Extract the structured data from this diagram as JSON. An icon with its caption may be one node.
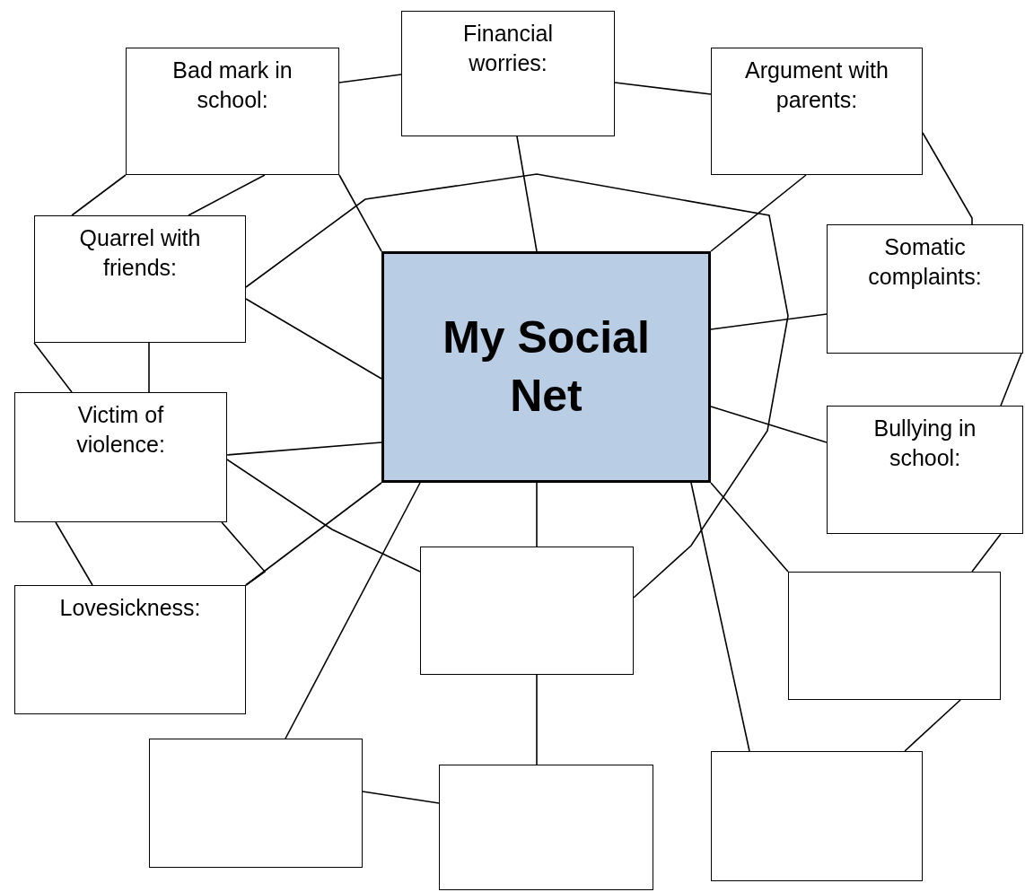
{
  "diagram": {
    "nodes": [
      {
        "text": [
          "Bad mark in school:"
        ]
      },
      {
        "text": [
          "Financial worries:"
        ]
      },
      {
        "text": [
          "Argument with parents:"
        ]
      },
      {
        "text": [
          "Quarrel with friends:"
        ]
      },
      {
        "text": [
          "My Social Net"
        ]
      },
      {
        "text": [
          "Somatic complaints:"
        ]
      },
      {
        "text": [
          "Victim of violence:"
        ]
      },
      {
        "text": [
          "Bullying in school:"
        ]
      },
      {
        "text": [
          "Lovesickness:"
        ]
      },
      {
        "text": [],
        "shape": "box"
      },
      {
        "text": [],
        "shape": "box"
      },
      {
        "text": [],
        "shape": "box"
      },
      {
        "text": [],
        "shape": "box"
      },
      {
        "text": [],
        "shape": "box"
      }
    ],
    "edges": [
      {
        "from": 0,
        "to": 1,
        "arrow": "none"
      },
      {
        "from": 1,
        "to": 2,
        "arrow": "none"
      },
      {
        "from": 0,
        "to": 3,
        "arrow": "none"
      },
      {
        "from": 0,
        "to": 3,
        "arrow": "none"
      },
      {
        "from": 0,
        "to": 4,
        "arrow": "none"
      },
      {
        "from": 1,
        "to": 4,
        "arrow": "none"
      },
      {
        "from": 2,
        "to": 4,
        "arrow": "none"
      },
      {
        "from": 2,
        "to": 5,
        "arrow": "none"
      },
      {
        "from": 3,
        "to": 4,
        "arrow": "none"
      },
      {
        "from": 3,
        "to": 6,
        "arrow": "none"
      },
      {
        "from": 3,
        "to": 6,
        "arrow": "none"
      },
      {
        "from": 6,
        "to": 4,
        "arrow": "none"
      },
      {
        "from": 4,
        "to": 5,
        "arrow": "none"
      },
      {
        "from": 4,
        "to": 7,
        "arrow": "none"
      },
      {
        "from": 5,
        "to": 7,
        "arrow": "none"
      },
      {
        "from": 6,
        "to": 8,
        "arrow": "none"
      },
      {
        "from": 6,
        "to": 8,
        "arrow": "none"
      },
      {
        "from": 4,
        "to": 8,
        "arrow": "none"
      },
      {
        "from": 7,
        "to": 10,
        "arrow": "none"
      },
      {
        "from": 4,
        "to": 9,
        "arrow": "none"
      },
      {
        "from": 4,
        "to": 11,
        "arrow": "none"
      },
      {
        "from": 4,
        "to": 13,
        "arrow": "none"
      },
      {
        "from": 4,
        "to": 10,
        "arrow": "none"
      },
      {
        "from": 9,
        "to": 12,
        "arrow": "none"
      },
      {
        "from": 11,
        "to": 12,
        "arrow": "none"
      },
      {
        "from": 10,
        "to": 13,
        "arrow": "none"
      },
      {
        "from": 6,
        "to": 9,
        "arrow": "none"
      },
      {
        "from": 3,
        "to": 9,
        "arrow": "none"
      }
    ]
  }
}
